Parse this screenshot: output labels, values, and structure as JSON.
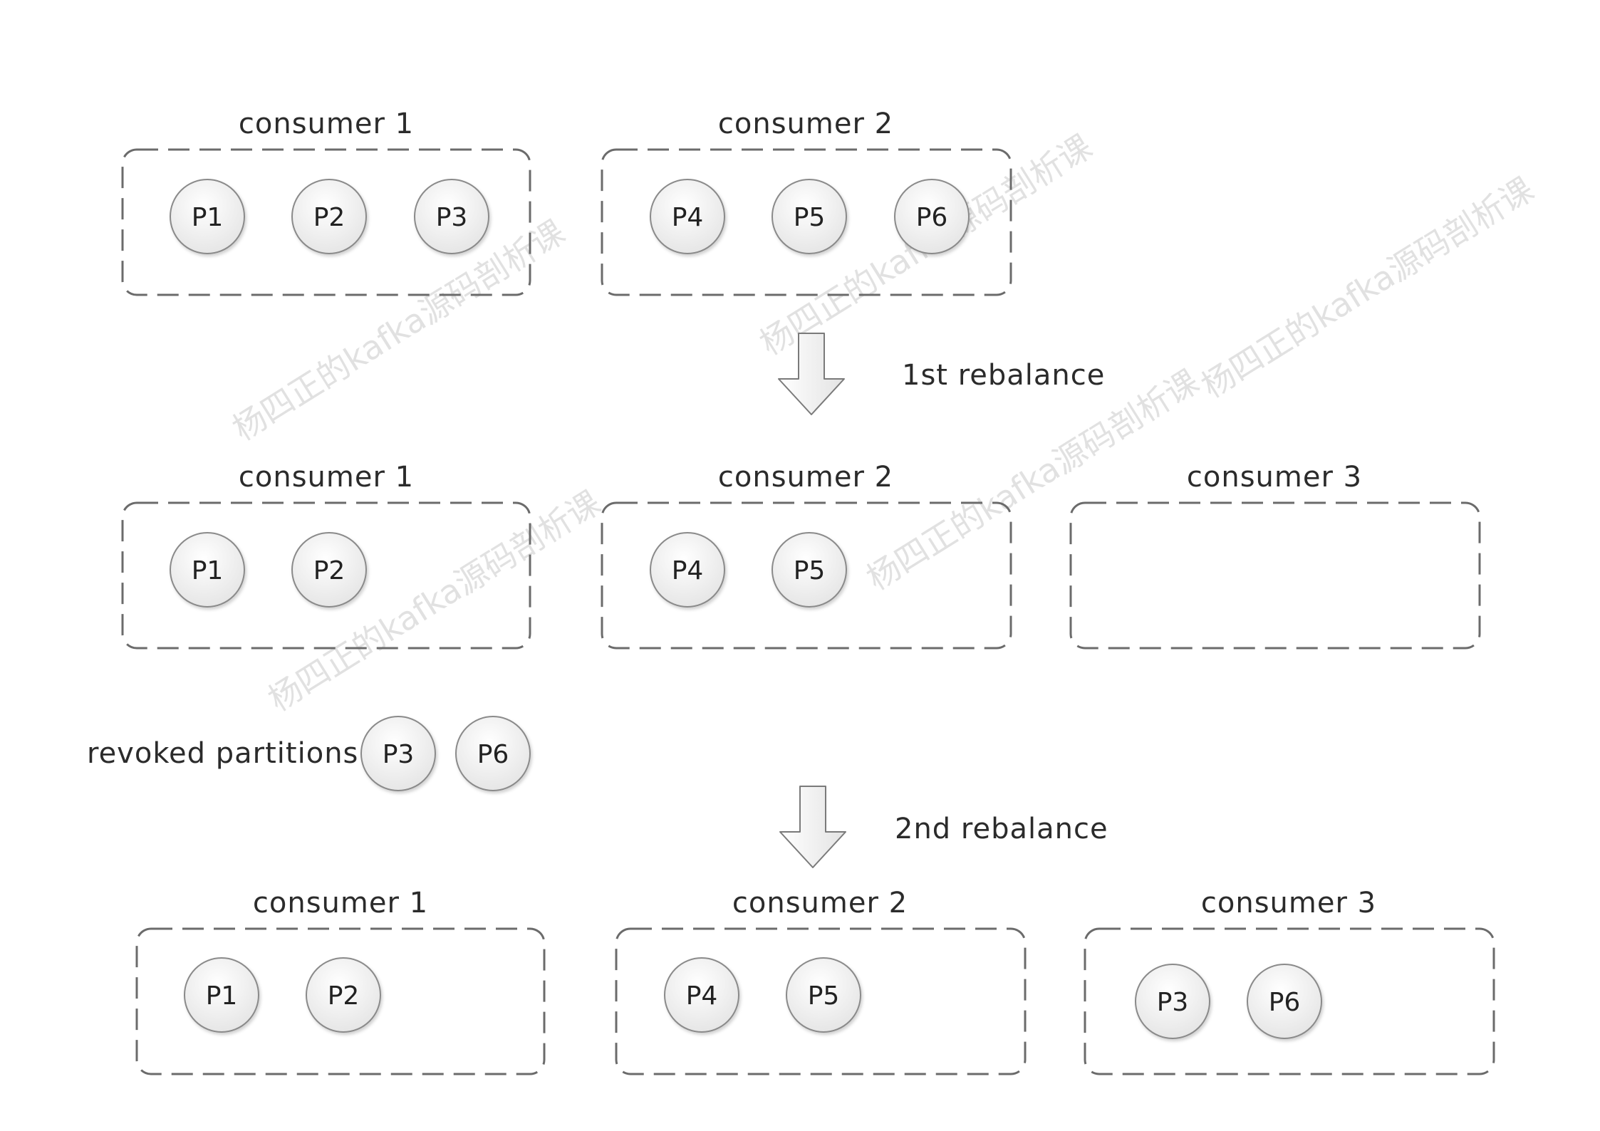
{
  "rows": [
    {
      "consumers": [
        {
          "label": "consumer 1",
          "partitions": [
            "P1",
            "P2",
            "P3"
          ]
        },
        {
          "label": "consumer 2",
          "partitions": [
            "P4",
            "P5",
            "P6"
          ]
        }
      ]
    },
    {
      "consumers": [
        {
          "label": "consumer 1",
          "partitions": [
            "P1",
            "P2"
          ]
        },
        {
          "label": "consumer 2",
          "partitions": [
            "P4",
            "P5"
          ]
        },
        {
          "label": "consumer 3",
          "partitions": []
        }
      ]
    },
    {
      "consumers": [
        {
          "label": "consumer 1",
          "partitions": [
            "P1",
            "P2"
          ]
        },
        {
          "label": "consumer 2",
          "partitions": [
            "P4",
            "P5"
          ]
        },
        {
          "label": "consumer 3",
          "partitions": [
            "P3",
            "P6"
          ]
        }
      ]
    }
  ],
  "steps": [
    {
      "label": "1st rebalance"
    },
    {
      "label": "2nd rebalance"
    }
  ],
  "revoked": {
    "label": "revoked partitions",
    "partitions": [
      "P3",
      "P6"
    ]
  },
  "watermark": "杨四正的kafka源码剖析课",
  "colors": {
    "box_stroke": "#6b6b6b",
    "circle_stroke": "#8a8a8a",
    "circle_fill_top": "#ffffff",
    "circle_fill_bottom": "#e6e6e6",
    "arrow_stroke": "#7a7a7a",
    "arrow_fill": "#f2f2f2"
  }
}
